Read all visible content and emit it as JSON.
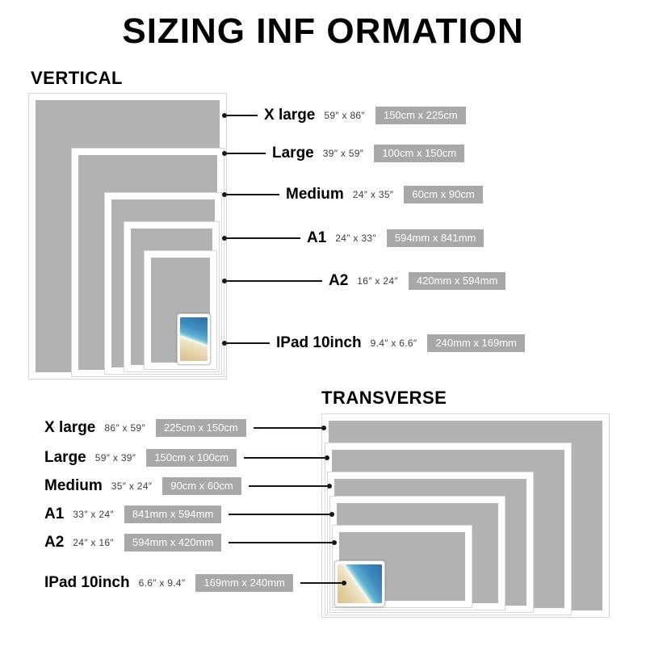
{
  "title": "SIZING INF ORMATION",
  "vertical": {
    "heading": "VERTICAL",
    "sizes": [
      {
        "label": "X large",
        "inches": "59″ x 86″",
        "metric": "150cm x 225cm"
      },
      {
        "label": "Large",
        "inches": "39″ x 59″",
        "metric": "100cm x 150cm"
      },
      {
        "label": "Medium",
        "inches": "24″ x 35″",
        "metric": "60cm x 90cm"
      },
      {
        "label": "A1",
        "inches": "24″ x 33″",
        "metric": "594mm x 841mm"
      },
      {
        "label": "A2",
        "inches": "16″ x 24″",
        "metric": "420mm x 594mm"
      },
      {
        "label": "IPad 10inch",
        "inches": "9.4″ x 6.6″",
        "metric": "240mm x 169mm"
      }
    ]
  },
  "transverse": {
    "heading": "TRANSVERSE",
    "sizes": [
      {
        "label": "X large",
        "inches": "86″ x 59″",
        "metric": "225cm x 150cm"
      },
      {
        "label": "Large",
        "inches": "59″ x 39″",
        "metric": "150cm x 100cm"
      },
      {
        "label": "Medium",
        "inches": "35″ x 24″",
        "metric": "90cm x 60cm"
      },
      {
        "label": "A1",
        "inches": "33″ x 24″",
        "metric": "841mm x 594mm"
      },
      {
        "label": "A2",
        "inches": "24″ x 16″",
        "metric": "594mm x 420mm"
      },
      {
        "label": "IPad 10inch",
        "inches": "6.6″ x 9.4″",
        "metric": "169mm x 240mm"
      }
    ]
  },
  "images": {
    "ipad_photo": "aerial-beach-photo"
  },
  "colors": {
    "panel_gray": "#b2b2b2",
    "metric_box_gray": "#a8a8a8",
    "metric_text": "#ffffff",
    "line_black": "#161616"
  }
}
